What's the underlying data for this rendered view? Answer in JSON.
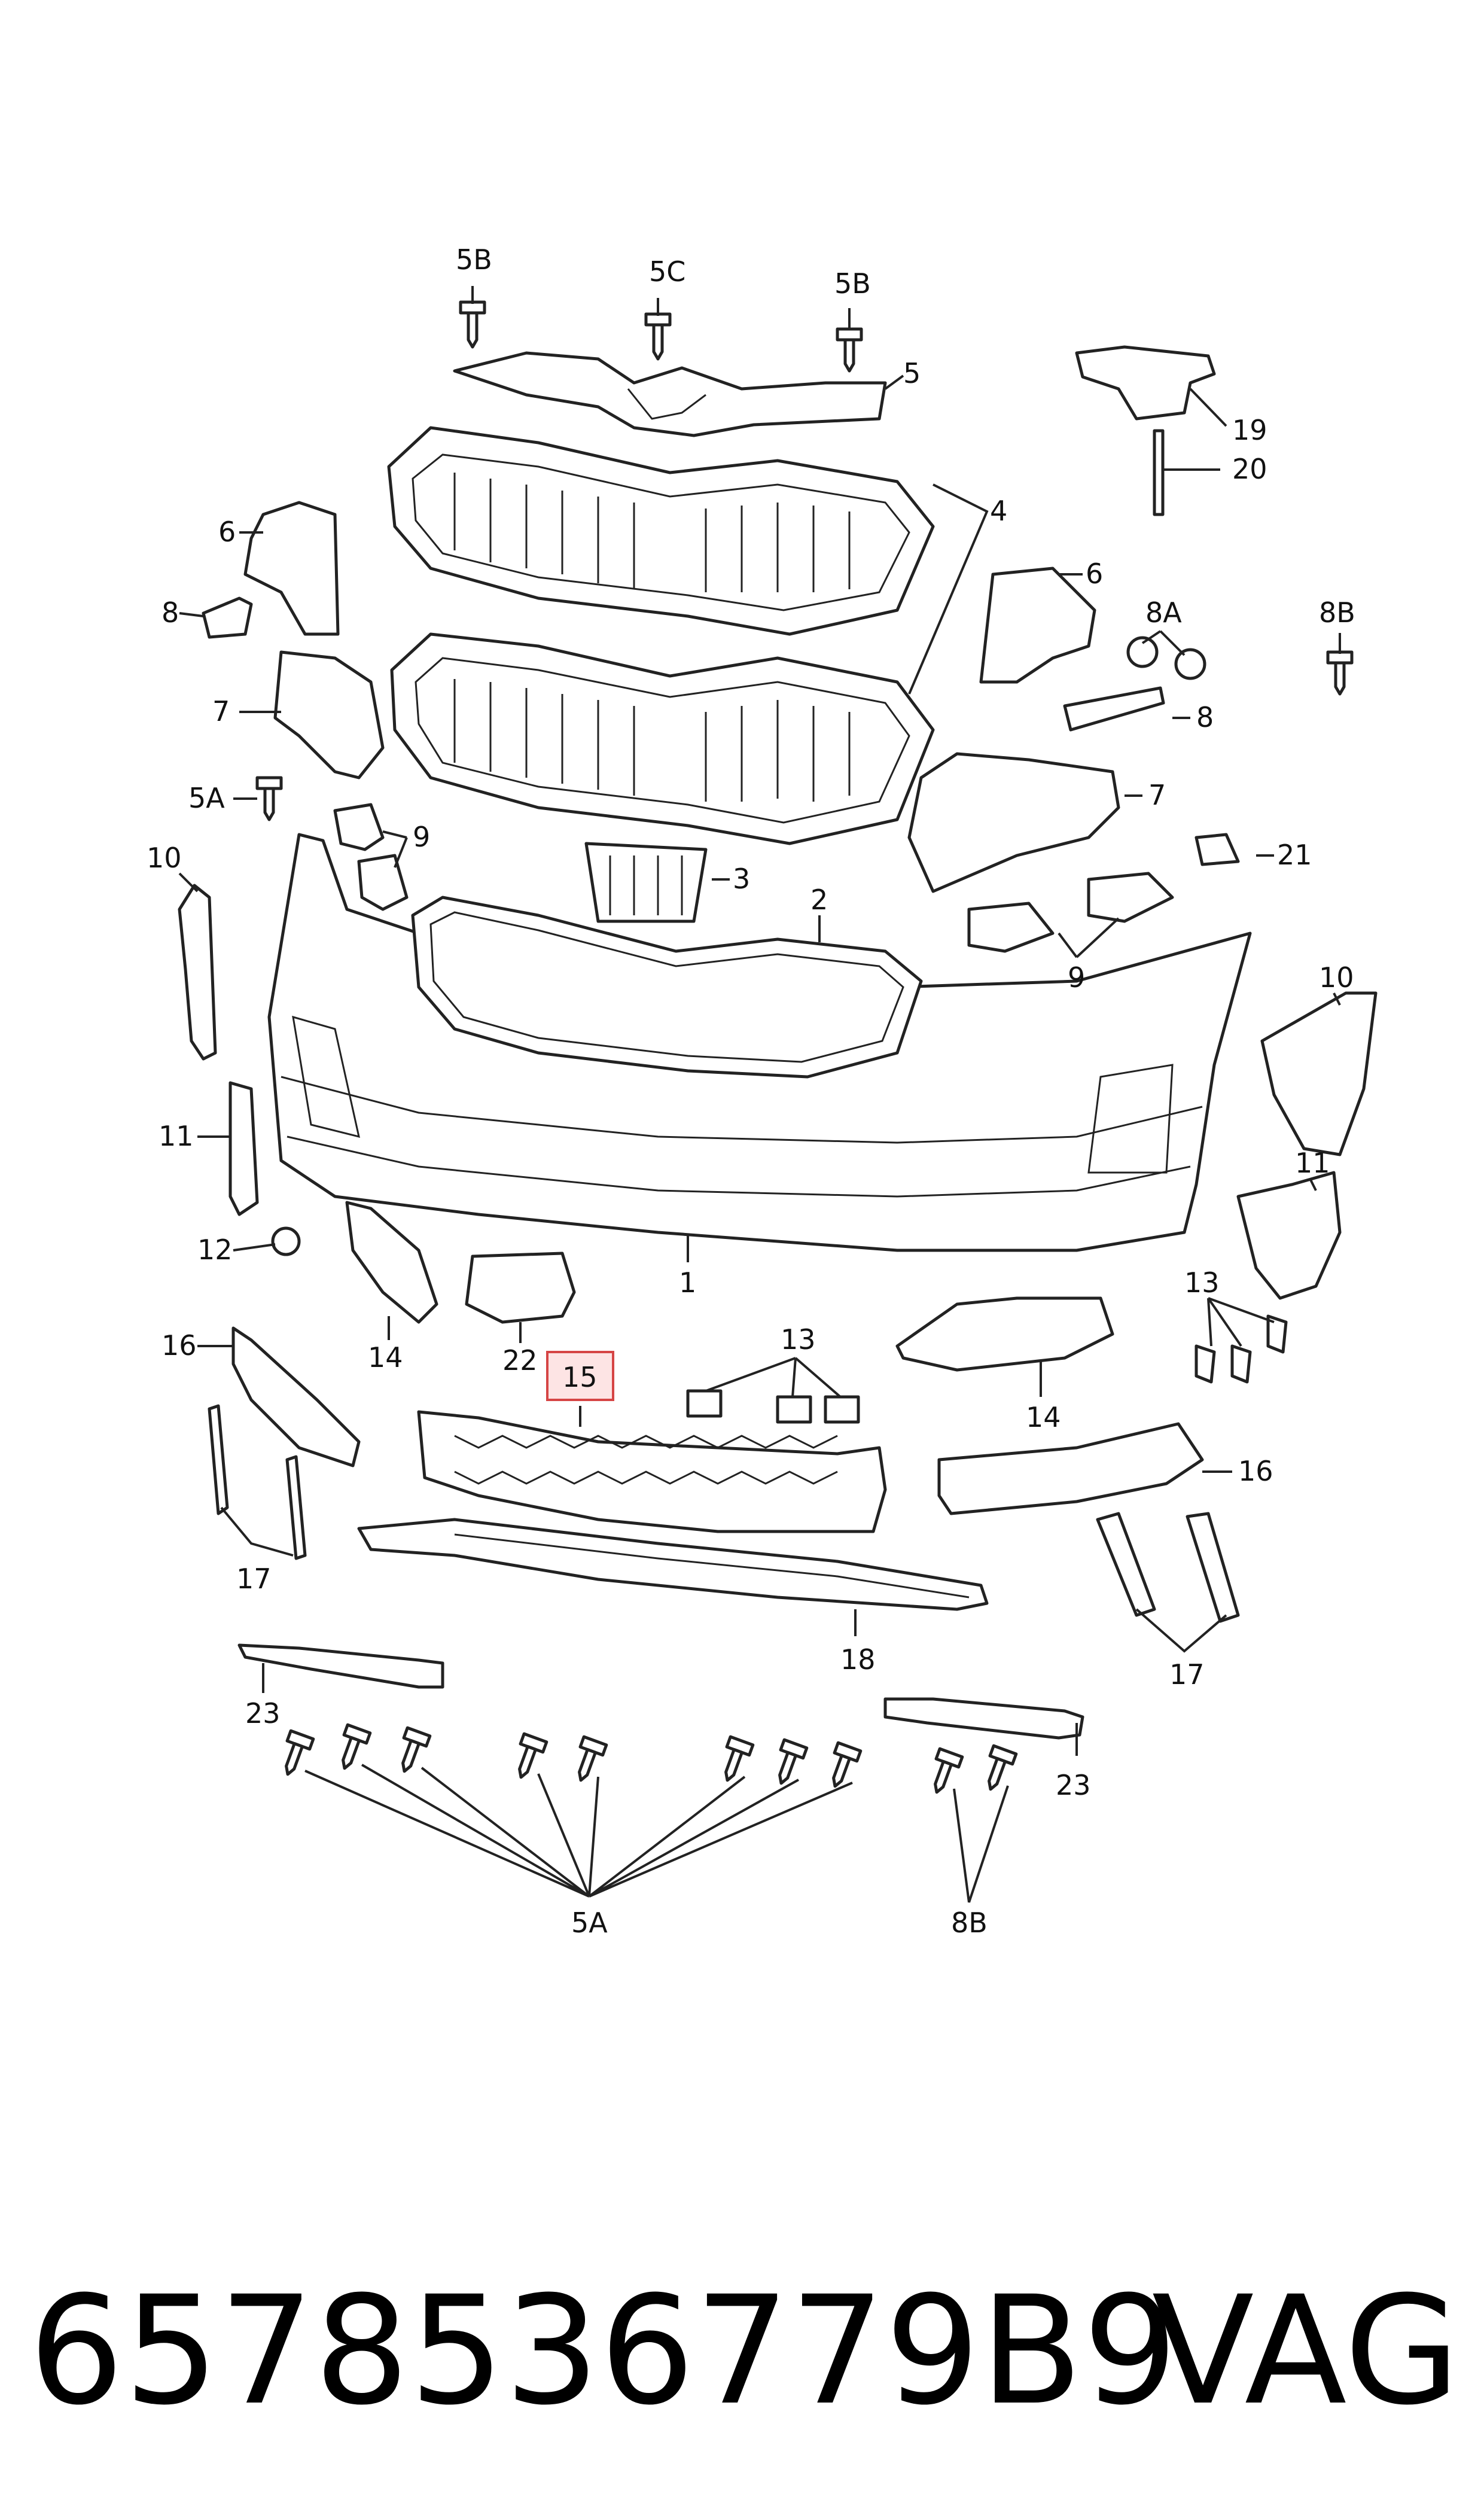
{
  "labels": [
    {
      "id": "p5b-left",
      "text": "5B"
    },
    {
      "id": "p5c",
      "text": "5C"
    },
    {
      "id": "p5b-right",
      "text": "5B"
    },
    {
      "id": "p5",
      "text": "5"
    },
    {
      "id": "p19",
      "text": "19"
    },
    {
      "id": "p20",
      "text": "20"
    },
    {
      "id": "p4",
      "text": "4"
    },
    {
      "id": "p6-left",
      "text": "6"
    },
    {
      "id": "p6-right",
      "text": "6"
    },
    {
      "id": "p8-left",
      "text": "8"
    },
    {
      "id": "p8a",
      "text": "8A"
    },
    {
      "id": "p8b-top",
      "text": "8B"
    },
    {
      "id": "p7-left",
      "text": "7"
    },
    {
      "id": "p8-right",
      "text": "8"
    },
    {
      "id": "p5a-left",
      "text": "5A"
    },
    {
      "id": "p9-left",
      "text": "9"
    },
    {
      "id": "p7-right",
      "text": "7"
    },
    {
      "id": "p10-left",
      "text": "10"
    },
    {
      "id": "p3",
      "text": "3"
    },
    {
      "id": "p2",
      "text": "2"
    },
    {
      "id": "p21",
      "text": "21"
    },
    {
      "id": "p9-right",
      "text": "9"
    },
    {
      "id": "p10-right",
      "text": "10"
    },
    {
      "id": "p11-left",
      "text": "11"
    },
    {
      "id": "p11-right",
      "text": "11"
    },
    {
      "id": "p12",
      "text": "12"
    },
    {
      "id": "p1",
      "text": "1"
    },
    {
      "id": "p14-left",
      "text": "14"
    },
    {
      "id": "p22",
      "text": "22"
    },
    {
      "id": "p13-right",
      "text": "13"
    },
    {
      "id": "p16-left",
      "text": "16"
    },
    {
      "id": "p15",
      "text": "15"
    },
    {
      "id": "p13-center",
      "text": "13"
    },
    {
      "id": "p14-right",
      "text": "14"
    },
    {
      "id": "p16-right",
      "text": "16"
    },
    {
      "id": "p17-left",
      "text": "17"
    },
    {
      "id": "p18",
      "text": "18"
    },
    {
      "id": "p17-right",
      "text": "17"
    },
    {
      "id": "p23-left",
      "text": "23"
    },
    {
      "id": "p23-right",
      "text": "23"
    },
    {
      "id": "p5a-bottom",
      "text": "5A"
    },
    {
      "id": "p8b-bottom",
      "text": "8B"
    }
  ],
  "highlighted_part": "15",
  "footer": {
    "part_number": "6578536779B9",
    "brand": "VAG"
  }
}
